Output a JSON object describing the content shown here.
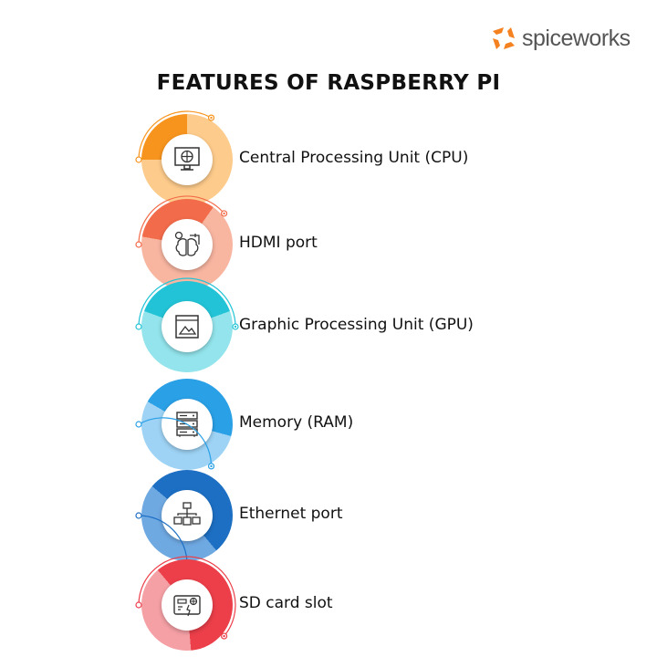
{
  "brand": {
    "name": "spiceworks",
    "color": "#F58220"
  },
  "title": "FEATURES OF RASPBERRY PI",
  "features": [
    {
      "label": "Central Processing Unit (CPU)",
      "icon": "monitor-globe-icon",
      "dark": "#F7941D",
      "light": "#FDCB8B"
    },
    {
      "label": "HDMI port",
      "icon": "brain-plug-icon",
      "dark": "#F26B4A",
      "light": "#F8B5A0"
    },
    {
      "label": "Graphic Processing Unit (GPU)",
      "icon": "image-window-icon",
      "dark": "#22C3D6",
      "light": "#93E4EC"
    },
    {
      "label": "Memory (RAM)",
      "icon": "server-stack-icon",
      "dark": "#2AA0E6",
      "light": "#9ED3F5"
    },
    {
      "label": "Ethernet port",
      "icon": "network-hierarchy-icon",
      "dark": "#1D6FC4",
      "light": "#6FA9E2"
    },
    {
      "label": "SD card slot",
      "icon": "sd-card-icon",
      "dark": "#EC3F4A",
      "light": "#F5A0A5"
    }
  ]
}
